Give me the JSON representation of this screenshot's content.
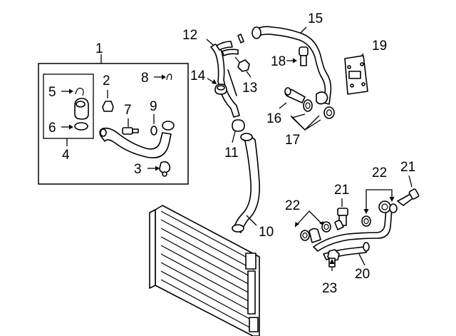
{
  "callouts": [
    {
      "id": "1",
      "text": "1"
    },
    {
      "id": "2",
      "text": "2"
    },
    {
      "id": "3",
      "text": "3"
    },
    {
      "id": "4",
      "text": "4"
    },
    {
      "id": "5",
      "text": "5"
    },
    {
      "id": "6",
      "text": "6"
    },
    {
      "id": "7",
      "text": "7"
    },
    {
      "id": "8",
      "text": "8"
    },
    {
      "id": "9",
      "text": "9"
    },
    {
      "id": "10",
      "text": "10"
    },
    {
      "id": "11",
      "text": "11"
    },
    {
      "id": "12",
      "text": "12"
    },
    {
      "id": "13",
      "text": "13"
    },
    {
      "id": "14",
      "text": "14"
    },
    {
      "id": "15",
      "text": "15"
    },
    {
      "id": "16",
      "text": "16"
    },
    {
      "id": "17",
      "text": "17"
    },
    {
      "id": "18",
      "text": "18"
    },
    {
      "id": "19",
      "text": "19"
    },
    {
      "id": "20",
      "text": "20"
    },
    {
      "id": "21a",
      "text": "21"
    },
    {
      "id": "21b",
      "text": "21"
    },
    {
      "id": "22a",
      "text": "22"
    },
    {
      "id": "22b",
      "text": "22"
    },
    {
      "id": "23",
      "text": "23"
    }
  ],
  "colors": {
    "line": "#000000",
    "background": "#ffffff"
  }
}
